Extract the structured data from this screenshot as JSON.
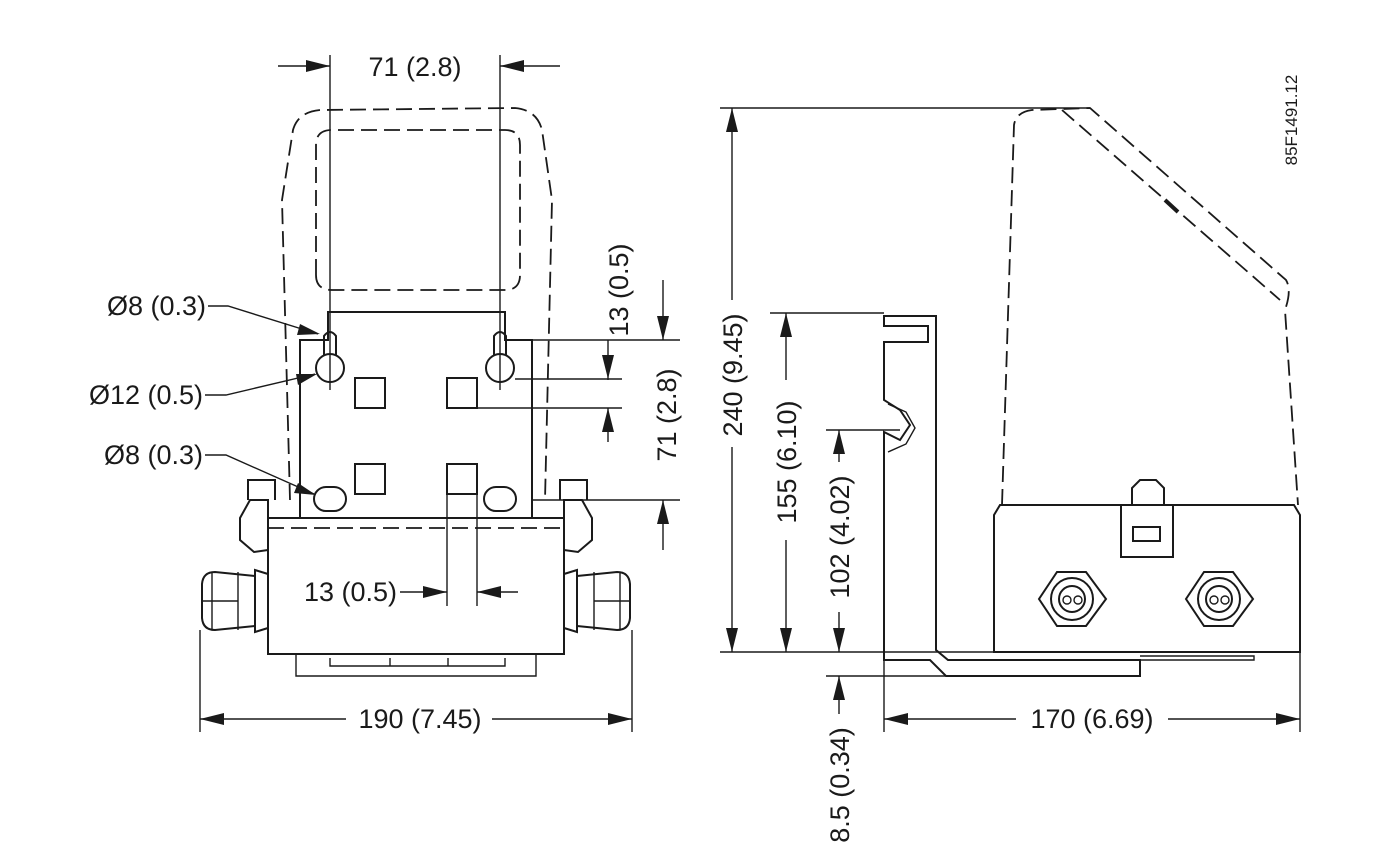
{
  "drawing_code": "85F1491.12",
  "front_view": {
    "top_width": "71 (2.8)",
    "keyhole_top_dia": "Ø8 (0.3)",
    "keyhole_dia": "Ø12 (0.5)",
    "slot_dia": "Ø8 (0.3)",
    "top_offset": "13 (0.5)",
    "hole_spacing": "71 (2.8)",
    "slot_width": "13 (0.5)",
    "overall_width": "190 (7.45)"
  },
  "side_view": {
    "overall_height": "240 (9.45)",
    "bracket_height": "155 (6.10)",
    "notch_height": "102 (4.02)",
    "bottom_offset": "8.5 (0.34)",
    "overall_depth": "170 (6.69)"
  }
}
